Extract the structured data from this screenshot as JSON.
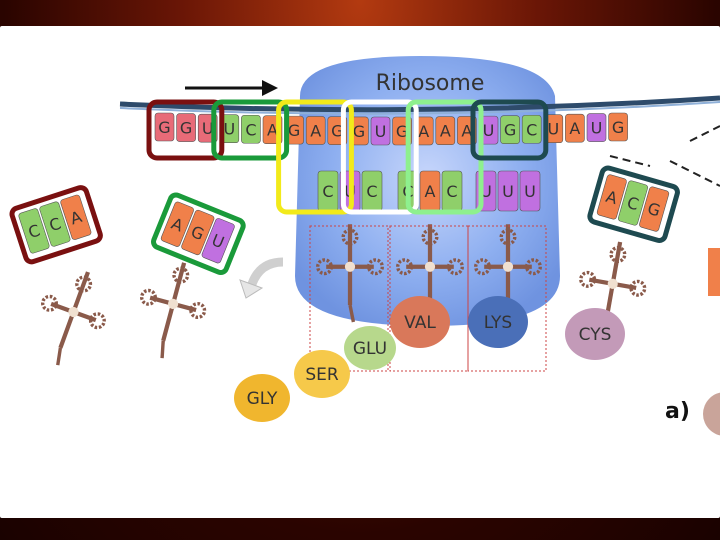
{
  "ribosome_label": "Ribosome",
  "panel_label": "a)",
  "mrna": [
    {
      "b": "G",
      "c": "#e86b78"
    },
    {
      "b": "G",
      "c": "#e86b78"
    },
    {
      "b": "U",
      "c": "#e86b78"
    },
    {
      "b": "U",
      "c": "#8fcf6a"
    },
    {
      "b": "C",
      "c": "#8fcf6a"
    },
    {
      "b": "A",
      "c": "#f0804a"
    },
    {
      "b": "G",
      "c": "#f0804a"
    },
    {
      "b": "A",
      "c": "#f0804a"
    },
    {
      "b": "G",
      "c": "#f0804a"
    },
    {
      "b": "G",
      "c": "#f0804a"
    },
    {
      "b": "U",
      "c": "#c070e0"
    },
    {
      "b": "G",
      "c": "#f0804a"
    },
    {
      "b": "A",
      "c": "#f0804a"
    },
    {
      "b": "A",
      "c": "#f0804a"
    },
    {
      "b": "A",
      "c": "#f0804a"
    },
    {
      "b": "U",
      "c": "#c070e0"
    },
    {
      "b": "G",
      "c": "#8fcf6a"
    },
    {
      "b": "C",
      "c": "#8fcf6a"
    },
    {
      "b": "U",
      "c": "#f0804a"
    },
    {
      "b": "A",
      "c": "#f0804a"
    },
    {
      "b": "U",
      "c": "#c070e0"
    },
    {
      "b": "G",
      "c": "#f0804a"
    }
  ],
  "anticodons_in_ribosome": [
    {
      "bases": [
        {
          "b": "C",
          "c": "#8fcf6a"
        },
        {
          "b": "U",
          "c": "#c070e0"
        },
        {
          "b": "C",
          "c": "#8fcf6a"
        }
      ]
    },
    {
      "bases": [
        {
          "b": "C",
          "c": "#8fcf6a"
        },
        {
          "b": "A",
          "c": "#f0804a"
        },
        {
          "b": "C",
          "c": "#8fcf6a"
        }
      ]
    },
    {
      "bases": [
        {
          "b": "U",
          "c": "#c070e0"
        },
        {
          "b": "U",
          "c": "#c070e0"
        },
        {
          "b": "U",
          "c": "#c070e0"
        }
      ]
    }
  ],
  "anticodon_left_1": [
    {
      "b": "C",
      "c": "#8fcf6a"
    },
    {
      "b": "C",
      "c": "#8fcf6a"
    },
    {
      "b": "A",
      "c": "#f0804a"
    }
  ],
  "anticodon_left_2": [
    {
      "b": "A",
      "c": "#f0804a"
    },
    {
      "b": "G",
      "c": "#f0804a"
    },
    {
      "b": "U",
      "c": "#c070e0"
    }
  ],
  "anticodon_right": [
    {
      "b": "A",
      "c": "#f0804a"
    },
    {
      "b": "C",
      "c": "#8fcf6a"
    },
    {
      "b": "G",
      "c": "#f0804a"
    }
  ],
  "amino_acids": [
    {
      "label": "GLY",
      "color": "#f0b62e"
    },
    {
      "label": "SER",
      "color": "#f6c94a"
    },
    {
      "label": "GLU",
      "color": "#b7d88c"
    },
    {
      "label": "VAL",
      "color": "#d9785a"
    },
    {
      "label": "LYS",
      "color": "#4a6fb8"
    },
    {
      "label": "CYS",
      "color": "#c39ab8"
    }
  ],
  "colors": {
    "ribosome": "#7fa3e8",
    "box_red": "#7a1010",
    "box_green": "#1a9a3a",
    "box_yellow": "#f2ea1a",
    "box_white": "#ffffff",
    "box_lightgreen": "#8ef08e",
    "box_teal": "#1e4a50",
    "trna": "#8a5a4a",
    "mrna_backbone": "#3a5a7a"
  }
}
